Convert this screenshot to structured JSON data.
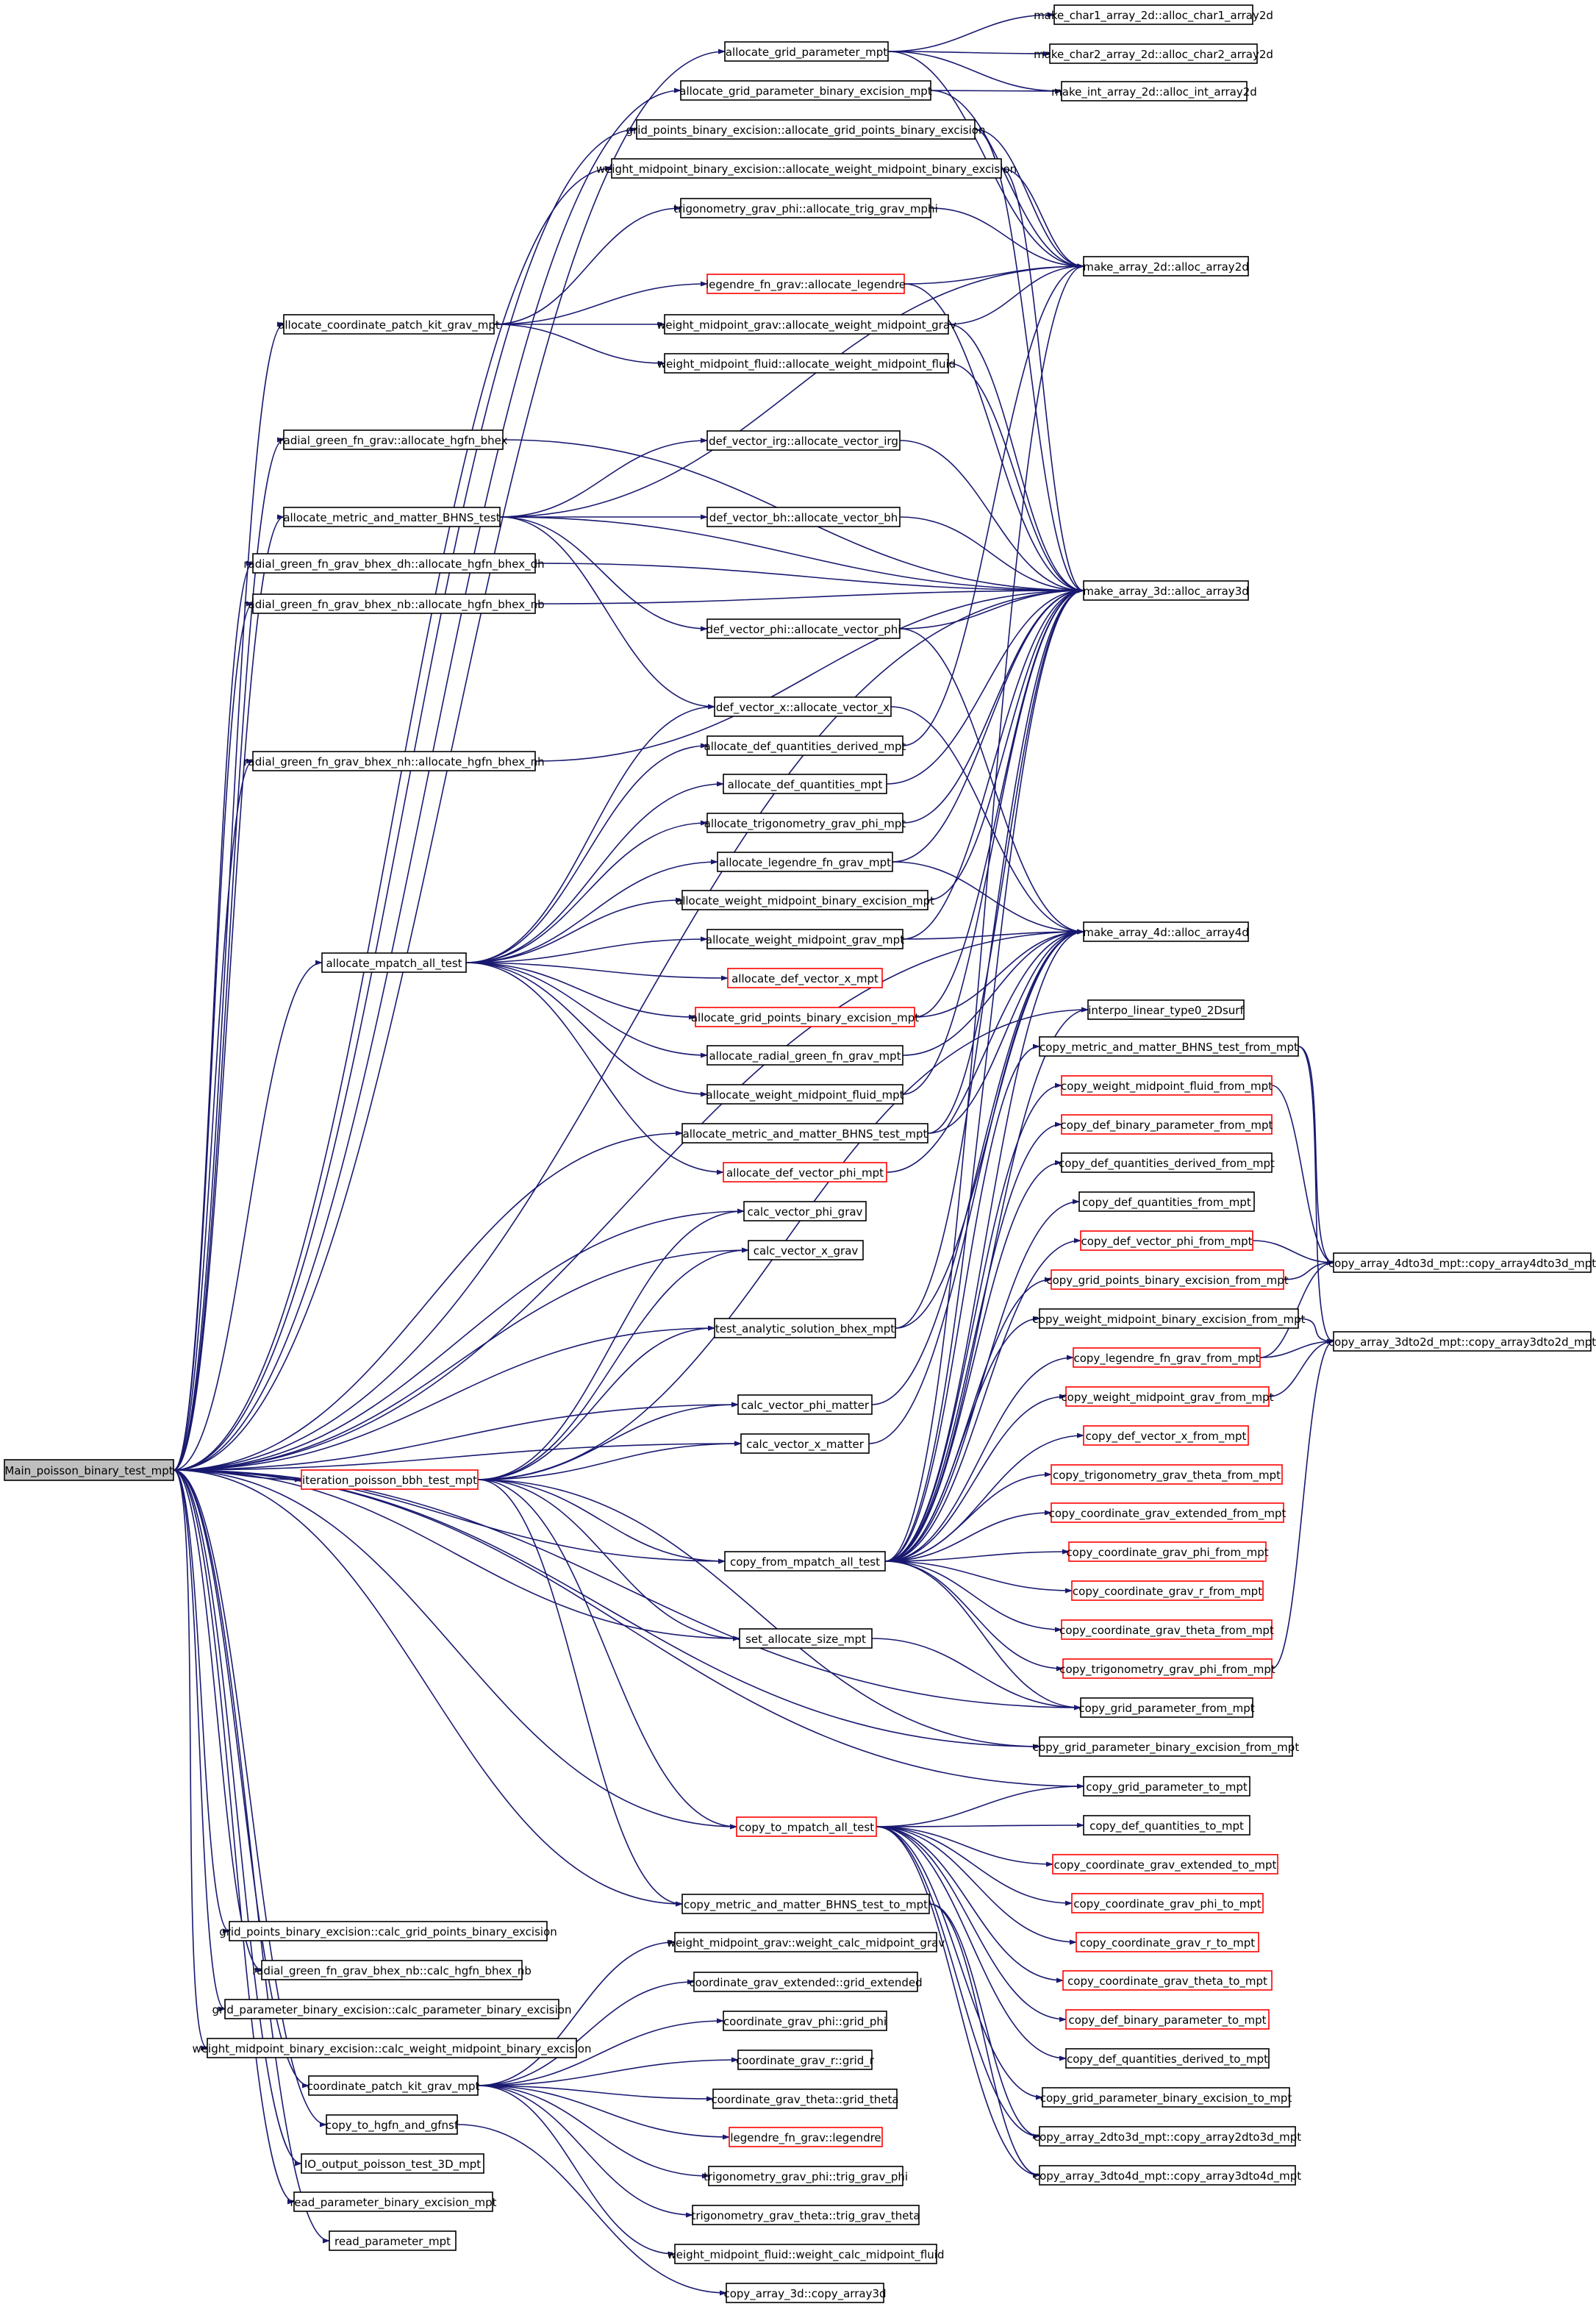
{
  "colors": {
    "edge": "#191970",
    "node_border": "#000000",
    "node_border_red": "#ff0000",
    "root_fill": "#bfbfbf"
  },
  "nodes": [
    {
      "id": "root",
      "label": "Main_poisson_binary_test_mpt",
      "kind": "root"
    },
    {
      "id": "agp",
      "label": "allocate_grid_parameter_mpt",
      "kind": "normal"
    },
    {
      "id": "agpbe",
      "label": "allocate_grid_parameter_binary_excision_mpt",
      "kind": "normal"
    },
    {
      "id": "gpbe_alloc",
      "label": "grid_points_binary_excision::allocate_grid_points_binary_excision",
      "kind": "normal"
    },
    {
      "id": "wmbe_alloc",
      "label": "weight_midpoint_binary_excision::allocate_weight_midpoint_binary_excision",
      "kind": "normal"
    },
    {
      "id": "tgp_alloc",
      "label": "trigonometry_grav_phi::allocate_trig_grav_mphi",
      "kind": "normal"
    },
    {
      "id": "lfg_alloc",
      "label": "legendre_fn_grav::allocate_legendre",
      "kind": "red"
    },
    {
      "id": "acpk",
      "label": "allocate_coordinate_patch_kit_grav_mpt",
      "kind": "normal"
    },
    {
      "id": "wmg_alloc",
      "label": "weight_midpoint_grav::allocate_weight_midpoint_grav",
      "kind": "normal"
    },
    {
      "id": "wmf_alloc",
      "label": "weight_midpoint_fluid::allocate_weight_midpoint_fluid",
      "kind": "normal"
    },
    {
      "id": "rgf_alloc",
      "label": "radial_green_fn_grav::allocate_hgfn_bhex",
      "kind": "normal"
    },
    {
      "id": "dvi",
      "label": "def_vector_irg::allocate_vector_irg",
      "kind": "normal"
    },
    {
      "id": "amm",
      "label": "allocate_metric_and_matter_BHNS_test",
      "kind": "normal"
    },
    {
      "id": "dvb",
      "label": "def_vector_bh::allocate_vector_bh",
      "kind": "normal"
    },
    {
      "id": "rgfdh",
      "label": "radial_green_fn_grav_bhex_dh::allocate_hgfn_bhex_dh",
      "kind": "normal"
    },
    {
      "id": "rgfnb",
      "label": "radial_green_fn_grav_bhex_nb::allocate_hgfn_bhex_nb",
      "kind": "normal"
    },
    {
      "id": "dvp",
      "label": "def_vector_phi::allocate_vector_phi",
      "kind": "normal"
    },
    {
      "id": "dvx",
      "label": "def_vector_x::allocate_vector_x",
      "kind": "normal"
    },
    {
      "id": "rgfnh",
      "label": "radial_green_fn_grav_bhex_nh::allocate_hgfn_bhex_nh",
      "kind": "normal"
    },
    {
      "id": "adqd",
      "label": "allocate_def_quantities_derived_mpt",
      "kind": "normal"
    },
    {
      "id": "adq",
      "label": "allocate_def_quantities_mpt",
      "kind": "normal"
    },
    {
      "id": "atgp",
      "label": "allocate_trigonometry_grav_phi_mpt",
      "kind": "normal"
    },
    {
      "id": "alfg",
      "label": "allocate_legendre_fn_grav_mpt",
      "kind": "normal"
    },
    {
      "id": "awmbe",
      "label": "allocate_weight_midpoint_binary_excision_mpt",
      "kind": "normal"
    },
    {
      "id": "amat",
      "label": "allocate_mpatch_all_test",
      "kind": "normal"
    },
    {
      "id": "awmg",
      "label": "allocate_weight_midpoint_grav_mpt",
      "kind": "normal"
    },
    {
      "id": "advx",
      "label": "allocate_def_vector_x_mpt",
      "kind": "red"
    },
    {
      "id": "agpbe2",
      "label": "allocate_grid_points_binary_excision_mpt",
      "kind": "red"
    },
    {
      "id": "argf",
      "label": "allocate_radial_green_fn_grav_mpt",
      "kind": "normal"
    },
    {
      "id": "awmf",
      "label": "allocate_weight_midpoint_fluid_mpt",
      "kind": "normal"
    },
    {
      "id": "ammt",
      "label": "allocate_metric_and_matter_BHNS_test_mpt",
      "kind": "normal"
    },
    {
      "id": "advp",
      "label": "allocate_def_vector_phi_mpt",
      "kind": "red"
    },
    {
      "id": "cvpg",
      "label": "calc_vector_phi_grav",
      "kind": "normal"
    },
    {
      "id": "cvxg",
      "label": "calc_vector_x_grav",
      "kind": "normal"
    },
    {
      "id": "tas",
      "label": "test_analytic_solution_bhex_mpt",
      "kind": "normal"
    },
    {
      "id": "cvpm",
      "label": "calc_vector_phi_matter",
      "kind": "normal"
    },
    {
      "id": "cvxm",
      "label": "calc_vector_x_matter",
      "kind": "normal"
    },
    {
      "id": "ipb",
      "label": "iteration_poisson_bbh_test_mpt",
      "kind": "red"
    },
    {
      "id": "cfm",
      "label": "copy_from_mpatch_all_test",
      "kind": "normal"
    },
    {
      "id": "sas",
      "label": "set_allocate_size_mpt",
      "kind": "normal"
    },
    {
      "id": "ctm",
      "label": "copy_to_mpatch_all_test",
      "kind": "red"
    },
    {
      "id": "cmmt",
      "label": "copy_metric_and_matter_BHNS_test_to_mpt",
      "kind": "normal"
    },
    {
      "id": "gpbe_calc",
      "label": "grid_points_binary_excision::calc_grid_points_binary_excision",
      "kind": "normal"
    },
    {
      "id": "rgfnb_calc",
      "label": "radial_green_fn_grav_bhex_nb::calc_hgfn_bhex_nb",
      "kind": "normal"
    },
    {
      "id": "gpbe_param",
      "label": "grid_parameter_binary_excision::calc_parameter_binary_excision",
      "kind": "normal"
    },
    {
      "id": "wmbe_calc",
      "label": "weight_midpoint_binary_excision::calc_weight_midpoint_binary_excision",
      "kind": "normal"
    },
    {
      "id": "cpk",
      "label": "coordinate_patch_kit_grav_mpt",
      "kind": "normal"
    },
    {
      "id": "cthg",
      "label": "copy_to_hgfn_and_gfnsf",
      "kind": "normal"
    },
    {
      "id": "iop",
      "label": "IO_output_poisson_test_3D_mpt",
      "kind": "normal"
    },
    {
      "id": "rpbe",
      "label": "read_parameter_binary_excision_mpt",
      "kind": "normal"
    },
    {
      "id": "rp",
      "label": "read_parameter_mpt",
      "kind": "normal"
    },
    {
      "id": "wmg_calc",
      "label": "weight_midpoint_grav::weight_calc_midpoint_grav",
      "kind": "normal"
    },
    {
      "id": "cge",
      "label": "coordinate_grav_extended::grid_extended",
      "kind": "normal"
    },
    {
      "id": "cgp",
      "label": "coordinate_grav_phi::grid_phi",
      "kind": "normal"
    },
    {
      "id": "cgr",
      "label": "coordinate_grav_r::grid_r",
      "kind": "normal"
    },
    {
      "id": "cgt",
      "label": "coordinate_grav_theta::grid_theta",
      "kind": "normal"
    },
    {
      "id": "lfg",
      "label": "legendre_fn_grav::legendre",
      "kind": "red"
    },
    {
      "id": "tgp",
      "label": "trigonometry_grav_phi::trig_grav_phi",
      "kind": "normal"
    },
    {
      "id": "tgt",
      "label": "trigonometry_grav_theta::trig_grav_theta",
      "kind": "normal"
    },
    {
      "id": "wmf_calc",
      "label": "weight_midpoint_fluid::weight_calc_midpoint_fluid",
      "kind": "normal"
    },
    {
      "id": "ca3d",
      "label": "copy_array_3d::copy_array3d",
      "kind": "normal"
    },
    {
      "id": "mc1",
      "label": "make_char1_array_2d::alloc_char1_array2d",
      "kind": "normal"
    },
    {
      "id": "mc2",
      "label": "make_char2_array_2d::alloc_char2_array2d",
      "kind": "normal"
    },
    {
      "id": "mi2",
      "label": "make_int_array_2d::alloc_int_array2d",
      "kind": "normal"
    },
    {
      "id": "ma2",
      "label": "make_array_2d::alloc_array2d",
      "kind": "normal"
    },
    {
      "id": "ma3",
      "label": "make_array_3d::alloc_array3d",
      "kind": "normal"
    },
    {
      "id": "ma4",
      "label": "make_array_4d::alloc_array4d",
      "kind": "normal"
    },
    {
      "id": "il",
      "label": "interpo_linear_type0_2Dsurf",
      "kind": "normal"
    },
    {
      "id": "cmmf",
      "label": "copy_metric_and_matter_BHNS_test_from_mpt",
      "kind": "normal"
    },
    {
      "id": "cwmff",
      "label": "copy_weight_midpoint_fluid_from_mpt",
      "kind": "red"
    },
    {
      "id": "cdbpf",
      "label": "copy_def_binary_parameter_from_mpt",
      "kind": "red"
    },
    {
      "id": "cdqdf",
      "label": "copy_def_quantities_derived_from_mpt",
      "kind": "normal"
    },
    {
      "id": "cdqf",
      "label": "copy_def_quantities_from_mpt",
      "kind": "normal"
    },
    {
      "id": "cdvpf",
      "label": "copy_def_vector_phi_from_mpt",
      "kind": "red"
    },
    {
      "id": "cgpbef",
      "label": "copy_grid_points_binary_excision_from_mpt",
      "kind": "red"
    },
    {
      "id": "cwmbef",
      "label": "copy_weight_midpoint_binary_excision_from_mpt",
      "kind": "normal"
    },
    {
      "id": "clfgf",
      "label": "copy_legendre_fn_grav_from_mpt",
      "kind": "red"
    },
    {
      "id": "cwmgf",
      "label": "copy_weight_midpoint_grav_from_mpt",
      "kind": "red"
    },
    {
      "id": "cdvxf",
      "label": "copy_def_vector_x_from_mpt",
      "kind": "red"
    },
    {
      "id": "ctgtf",
      "label": "copy_trigonometry_grav_theta_from_mpt",
      "kind": "red"
    },
    {
      "id": "ccgef",
      "label": "copy_coordinate_grav_extended_from_mpt",
      "kind": "red"
    },
    {
      "id": "ccgpf",
      "label": "copy_coordinate_grav_phi_from_mpt",
      "kind": "red"
    },
    {
      "id": "ccgrf",
      "label": "copy_coordinate_grav_r_from_mpt",
      "kind": "red"
    },
    {
      "id": "ccgtf",
      "label": "copy_coordinate_grav_theta_from_mpt",
      "kind": "red"
    },
    {
      "id": "ctgpf",
      "label": "copy_trigonometry_grav_phi_from_mpt",
      "kind": "red"
    },
    {
      "id": "cgpf",
      "label": "copy_grid_parameter_from_mpt",
      "kind": "normal"
    },
    {
      "id": "cgpbepf",
      "label": "copy_grid_parameter_binary_excision_from_mpt",
      "kind": "normal"
    },
    {
      "id": "cgpt",
      "label": "copy_grid_parameter_to_mpt",
      "kind": "normal"
    },
    {
      "id": "cdqt",
      "label": "copy_def_quantities_to_mpt",
      "kind": "normal"
    },
    {
      "id": "ccget",
      "label": "copy_coordinate_grav_extended_to_mpt",
      "kind": "red"
    },
    {
      "id": "ccgpt",
      "label": "copy_coordinate_grav_phi_to_mpt",
      "kind": "red"
    },
    {
      "id": "ccgrt",
      "label": "copy_coordinate_grav_r_to_mpt",
      "kind": "red"
    },
    {
      "id": "ccgtt",
      "label": "copy_coordinate_grav_theta_to_mpt",
      "kind": "red"
    },
    {
      "id": "cdbpt",
      "label": "copy_def_binary_parameter_to_mpt",
      "kind": "red"
    },
    {
      "id": "cdqdt",
      "label": "copy_def_quantities_derived_to_mpt",
      "kind": "normal"
    },
    {
      "id": "cgpbet",
      "label": "copy_grid_parameter_binary_excision_to_mpt",
      "kind": "normal"
    },
    {
      "id": "ca23",
      "label": "copy_array_2dto3d_mpt::copy_array2dto3d_mpt",
      "kind": "normal"
    },
    {
      "id": "ca34",
      "label": "copy_array_3dto4d_mpt::copy_array3dto4d_mpt",
      "kind": "normal"
    },
    {
      "id": "ca43",
      "label": "copy_array_4dto3d_mpt::copy_array4dto3d_mpt",
      "kind": "normal"
    },
    {
      "id": "ca32",
      "label": "copy_array_3dto2d_mpt::copy_array3dto2d_mpt",
      "kind": "normal"
    }
  ]
}
